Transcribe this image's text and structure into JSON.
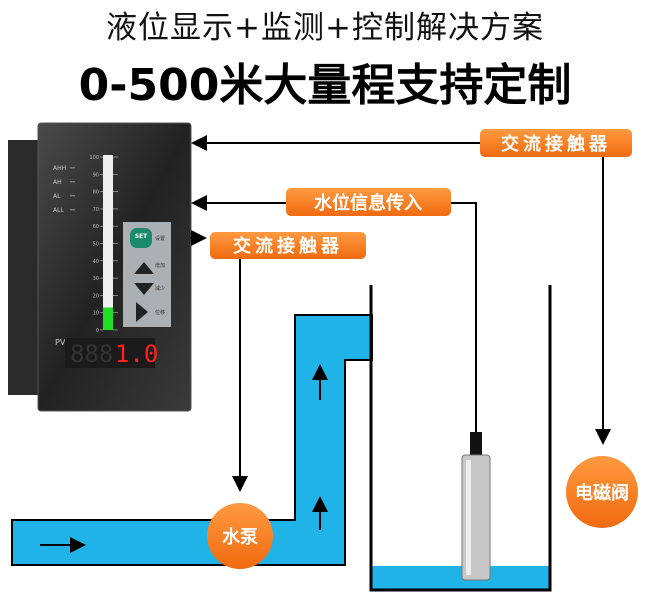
{
  "title_line1": "液位显示+监测+控制解决方案",
  "title_line2": "0-500米大量程支持定制",
  "labels": {
    "contactor_top": "交流接触器",
    "level_info": "水位信息传入",
    "contactor_left": "交流接触器",
    "pump": "水泵",
    "valve": "电磁阀"
  },
  "controller": {
    "alarms": [
      "AHH",
      "AH",
      "AL",
      "ALL"
    ],
    "scale": [
      "100",
      "90",
      "80",
      "70",
      "60",
      "50",
      "40",
      "30",
      "20",
      "10",
      "0"
    ],
    "bar_level_percent": 10,
    "pv_label": "PV",
    "display_value": "1.0",
    "keys": [
      {
        "icon": "set-icon",
        "label": "设置",
        "glyph": "SET"
      },
      {
        "icon": "up-icon",
        "label": "增加"
      },
      {
        "icon": "down-icon",
        "label": "减少"
      },
      {
        "icon": "right-icon",
        "label": "位移"
      }
    ]
  },
  "colors": {
    "orange": "#f47a20",
    "water": "#1fb3e8",
    "bar_green": "#22dd22",
    "display_red": "#ff2020"
  }
}
